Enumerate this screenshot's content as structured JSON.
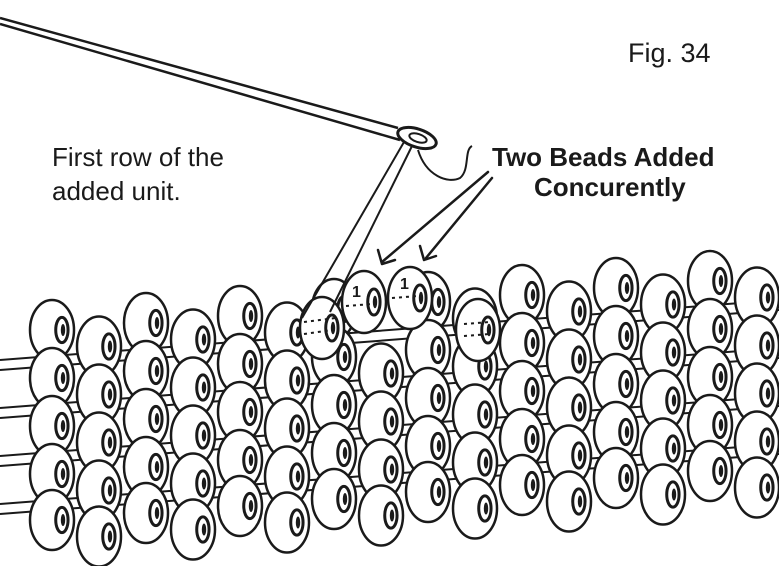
{
  "figure_label": "Fig. 34",
  "note": {
    "line1": "First row of the",
    "line2": "added unit."
  },
  "callout": {
    "line1": "Two Beads Added",
    "line2": "Concurently"
  },
  "bead_marks": [
    "1",
    "1"
  ],
  "colors": {
    "ink": "#1a1a1a",
    "paper": "#ffffff"
  }
}
